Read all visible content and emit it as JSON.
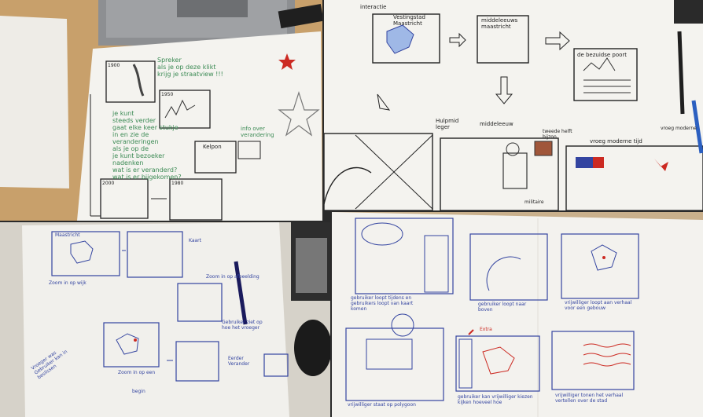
{
  "panels": {
    "top_left": {
      "notes": [
        "Spreker",
        "als je op deze klikt",
        "krijg je straatview !!!",
        "je kunt",
        "steeds verder",
        "gaat elke keer stukje",
        "in en zie de",
        "veranderingen",
        "als je op de",
        "je kunt bezoeker",
        "nadenken",
        "wat is er veranderd?",
        "wat is er bijgekomen?",
        "Kelpon",
        "info over",
        "verandering"
      ],
      "years": [
        "1900",
        "1950",
        "2000",
        "1980"
      ]
    },
    "top_right": {
      "notes": [
        "interactie",
        "Vestingstad",
        "Maastricht",
        "middeleeuws",
        "maastricht",
        "de bezuidse poort",
        "middeleeuw",
        "Hulpmid",
        "leger",
        "militaire",
        "vroeg moderne tijd",
        "tweede helft",
        "bijzon",
        "vroeg moderne"
      ]
    },
    "bottom_left": {
      "notes": [
        "Maastricht",
        "Zoom in op wijk",
        "Kaart",
        "Zoom in op een",
        "begin",
        "Zoom in op afbeelding",
        "Gebruiker ziet op",
        "hoe het vroeger",
        "Vroeger was",
        "Gebruiker kan in",
        "beslissen",
        "Eerder",
        "Verander"
      ]
    },
    "bottom_right": {
      "notes": [
        "gebruiker loopt tijdens en",
        "gebruikers loopt van kaart",
        "komen",
        "gebruiker loopt naar",
        "boven",
        "vrijwilliger loopt aan verhaal",
        "voor een gebouw",
        "vrijwilliger staat op polygoon",
        "gebruiker kan vrijwilliger kiezen",
        "kijken hoeveel hoe",
        "vrijwilliger tonen het verhaal",
        "vertellen over de stad",
        "Extra"
      ]
    }
  },
  "colors": {
    "paper": "#f4f3ef",
    "ink_black": "#222222",
    "ink_green": "#3b8a54",
    "ink_blue": "#3344a0",
    "ink_red": "#cc2a22",
    "wood": "#c8a06b",
    "laptop": "#8d8f92"
  }
}
